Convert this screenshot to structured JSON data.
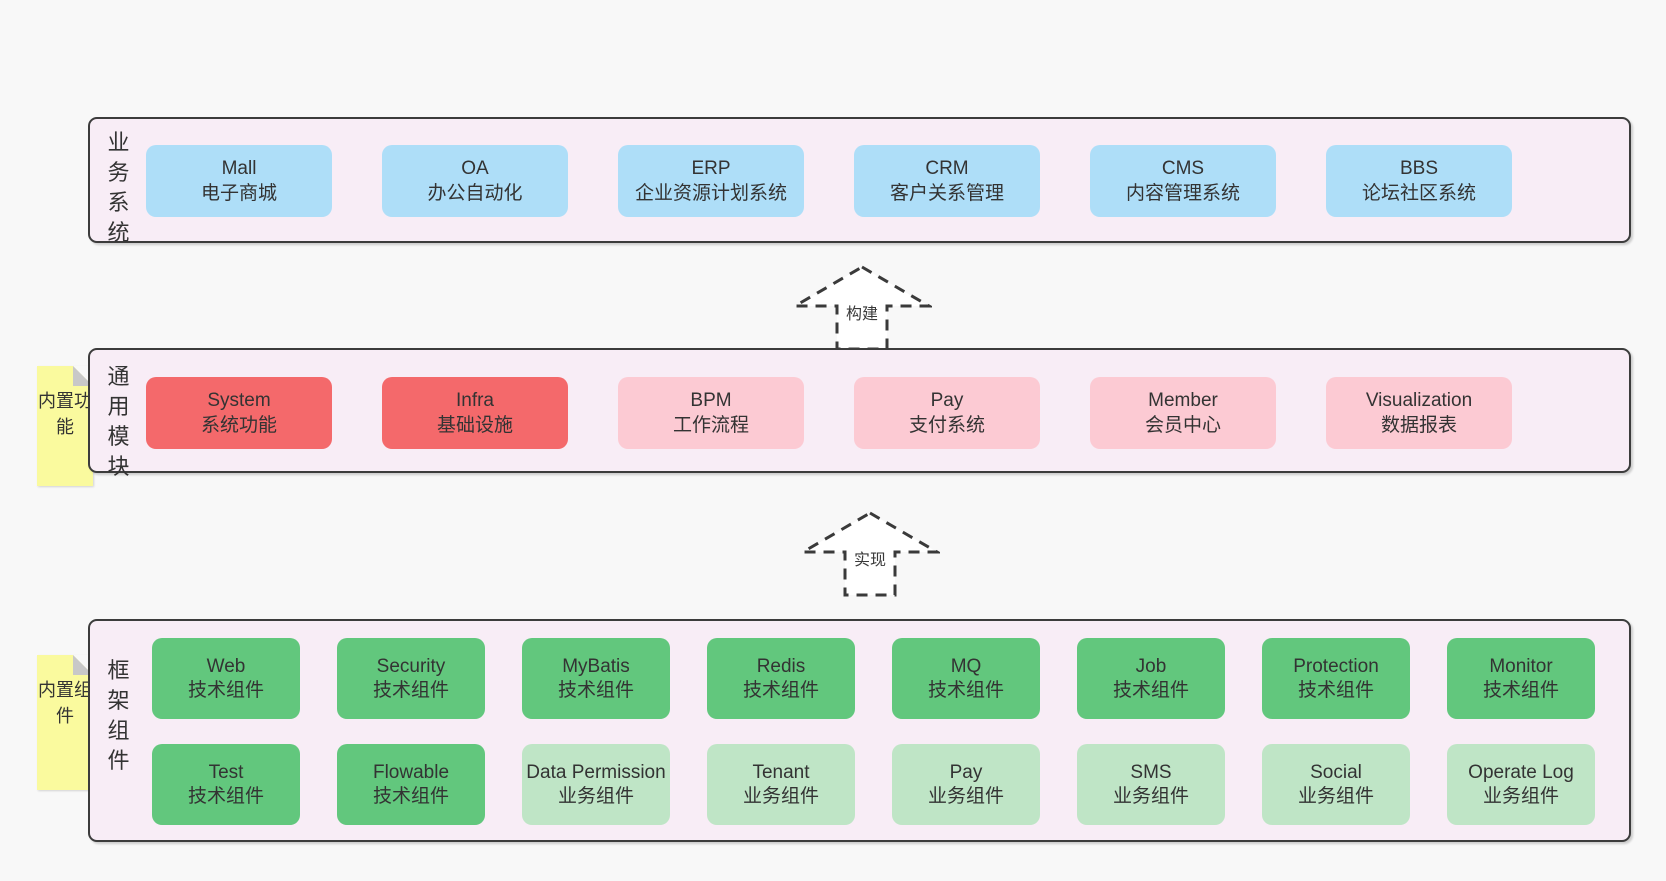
{
  "colors": {
    "page_bg": "#f8f8f8",
    "panel_bg": "#f8edf6",
    "panel_border": "#3c3c3c",
    "blue_box": "#aedef8",
    "red_box": "#f4696b",
    "pink_box": "#fccad3",
    "green_box": "#62c77d",
    "light_green_box": "#bfe5c6",
    "note_bg": "#fafa9e",
    "note_fold": "#c8c8c8"
  },
  "arrows": [
    {
      "label": "构建"
    },
    {
      "label": "实现"
    }
  ],
  "layers": [
    {
      "label": "业务系统",
      "boxes": [
        {
          "title": "Mall",
          "subtitle": "电子商城"
        },
        {
          "title": "OA",
          "subtitle": "办公自动化"
        },
        {
          "title": "ERP",
          "subtitle": "企业资源计划系统"
        },
        {
          "title": "CRM",
          "subtitle": "客户关系管理"
        },
        {
          "title": "CMS",
          "subtitle": "内容管理系统"
        },
        {
          "title": "BBS",
          "subtitle": "论坛社区系统"
        }
      ]
    },
    {
      "label": "通用模块",
      "note": "内置功能",
      "boxes": [
        {
          "title": "System",
          "subtitle": "系统功能"
        },
        {
          "title": "Infra",
          "subtitle": "基础设施"
        },
        {
          "title": "BPM",
          "subtitle": "工作流程"
        },
        {
          "title": "Pay",
          "subtitle": "支付系统"
        },
        {
          "title": "Member",
          "subtitle": "会员中心"
        },
        {
          "title": "Visualization",
          "subtitle": "数据报表"
        }
      ]
    },
    {
      "label": "框架组件",
      "note": "内置组件",
      "rows": [
        [
          {
            "title": "Web",
            "subtitle": "技术组件"
          },
          {
            "title": "Security",
            "subtitle": "技术组件"
          },
          {
            "title": "MyBatis",
            "subtitle": "技术组件"
          },
          {
            "title": "Redis",
            "subtitle": "技术组件"
          },
          {
            "title": "MQ",
            "subtitle": "技术组件"
          },
          {
            "title": "Job",
            "subtitle": "技术组件"
          },
          {
            "title": "Protection",
            "subtitle": "技术组件"
          },
          {
            "title": "Monitor",
            "subtitle": "技术组件"
          }
        ],
        [
          {
            "title": "Test",
            "subtitle": "技术组件"
          },
          {
            "title": "Flowable",
            "subtitle": "技术组件"
          },
          {
            "title": "Data Permission",
            "subtitle": "业务组件"
          },
          {
            "title": "Tenant",
            "subtitle": "业务组件"
          },
          {
            "title": "Pay",
            "subtitle": "业务组件"
          },
          {
            "title": "SMS",
            "subtitle": "业务组件"
          },
          {
            "title": "Social",
            "subtitle": "业务组件"
          },
          {
            "title": "Operate Log",
            "subtitle": "业务组件"
          }
        ]
      ]
    }
  ]
}
